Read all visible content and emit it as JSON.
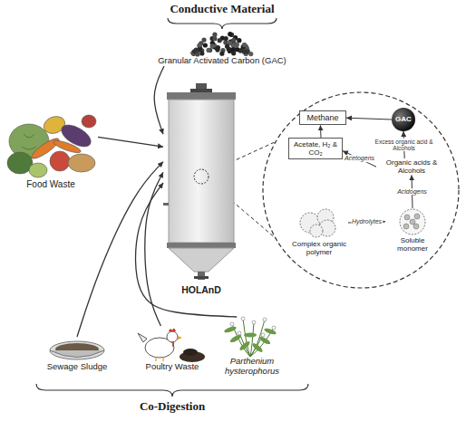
{
  "diagram": {
    "nodes": [
      {
        "text": [
          "Granular Activated Carbon (GAC)"
        ]
      },
      {
        "text": [
          "Food Waste"
        ]
      },
      {
        "text": [
          "HOLAnD"
        ]
      },
      {
        "text": [
          "Methane"
        ]
      },
      {
        "text": [
          "GAC"
        ]
      },
      {
        "text": [
          "Acetate, H₂ & CO₂"
        ]
      },
      {
        "text": [
          "Organic acids & Alcohols"
        ]
      },
      {
        "text": [
          "Soluble monomer"
        ]
      },
      {
        "text": [
          "Complex organic polymer"
        ]
      },
      {
        "text": [
          "Sewage Sludge"
        ]
      },
      {
        "text": [
          "Poultry Waste"
        ]
      },
      {
        "text": [
          "Parthenium hysterophorus"
        ]
      }
    ],
    "edges": [
      {
        "from": 0,
        "to": 2,
        "arrow": "to"
      },
      {
        "from": 1,
        "to": 2,
        "arrow": "to"
      },
      {
        "from": 9,
        "to": 2,
        "arrow": "to"
      },
      {
        "from": 10,
        "to": 2,
        "arrow": "to"
      },
      {
        "from": 11,
        "to": 2,
        "arrow": "to"
      },
      {
        "from": 8,
        "to": 7,
        "label": "Hydrolytes",
        "arrow": "to"
      },
      {
        "from": 7,
        "to": 6,
        "label": "Acidogens",
        "arrow": "to"
      },
      {
        "from": 6,
        "to": 5,
        "label": "Acetogens",
        "arrow": "to"
      },
      {
        "from": 5,
        "to": 3,
        "arrow": "to"
      },
      {
        "from": 4,
        "to": 3,
        "arrow": "to"
      },
      {
        "from": 6,
        "to": 4,
        "label": "Excess organic acid & Alcohols",
        "arrow": "to"
      }
    ],
    "labels": [
      "Conductive Material",
      "Co-Digestion"
    ]
  }
}
